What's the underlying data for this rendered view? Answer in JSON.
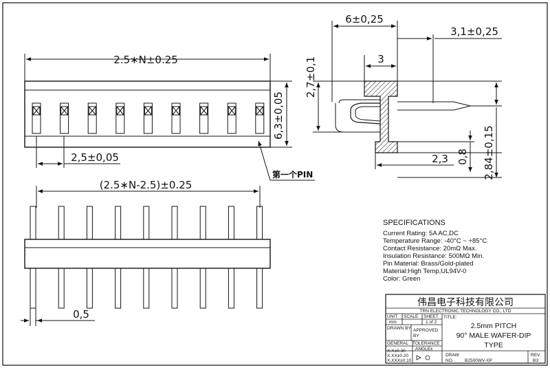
{
  "top_view": {
    "width_dim": "2.5∗N±0.25",
    "height_dim": "6,3±0,05",
    "pitch_dim": "2,5±0,05",
    "first_pin_label": "第一个PIN"
  },
  "bottom_view": {
    "span_dim": "(2.5∗N-2.5)±0.25",
    "pin_width_dim": "0,5"
  },
  "side_view": {
    "depth_dim": "6±0,25",
    "offset_dim": "3,1±0,25",
    "inner_dim": "3",
    "height_dim": "2,7±0,1",
    "base_dim": "2,3",
    "foot_dim": "0,8",
    "pin_height_dim": "2,84±0,15"
  },
  "specifications": {
    "title": "SPECIFICATIONS",
    "lines": [
      "Current Rating:  5A  AC,DC",
      "Temperature Range:  -40°C  ~  +85°C",
      "Contact Resistance:  20mΩ Max.",
      "Insulation Resistance:  500MΩ Min.",
      "Pin Material:  Brass/Gold-plated",
      "Material:High  Temp,UL94V-0",
      "Color:  Green"
    ]
  },
  "title_block": {
    "company_cn": "伟昌电子科技有限公司",
    "company_en": "TRN  ELECTRONIC  TECHNOLOGY  CO., LTD",
    "unit_label": "UNIT",
    "scale_label": "SCALE",
    "sheet_label": "SHEET",
    "unit_value": "mm",
    "sheet_value": "1 of 2",
    "title_label": "TITLE:",
    "title_line1": "2.5mm  PITCH",
    "title_line2": "90°  MALE  WAFER-DIP",
    "title_line3": "TYPE",
    "drawn_by": "DRAWN  BY",
    "approved": "APPROVED",
    "by": "BY",
    "general": "GENERAL",
    "tolerance": "TOLERANCE",
    "angle": "ANGLE±",
    "tol1": "X.X±0.30",
    "tol2": "X.XX±0.20",
    "tol3": "X.XXX±0.10",
    "draw_label": "DRAW",
    "no_label": "NO.",
    "drawing_no": "B2500WV-XP",
    "rev_label": "REV.",
    "rev_value": "B3"
  }
}
